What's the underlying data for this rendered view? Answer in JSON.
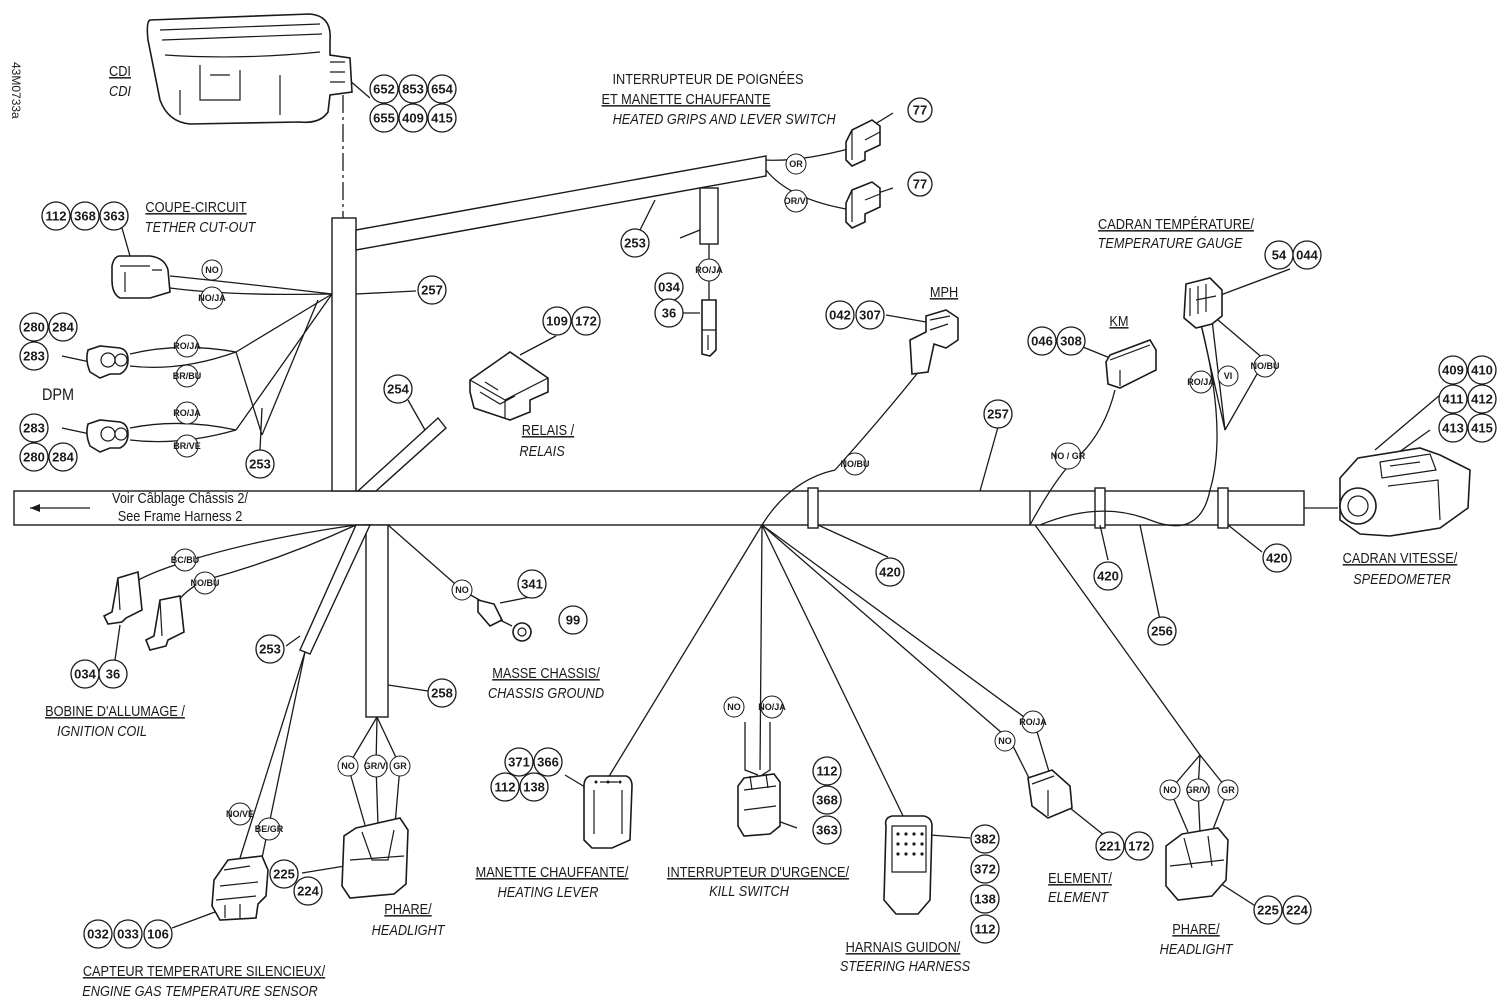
{
  "drawing_ref": "43M0733a",
  "components": {
    "cdi": {
      "fr": "CDI",
      "en": "CDI"
    },
    "heated_grips": {
      "fr1": "INTERRUPTEUR DE POIGNÉES",
      "fr2": "ET MANETTE CHAUFFANTE",
      "en": "HEATED GRIPS AND LEVER SWITCH"
    },
    "tether": {
      "fr": "COUPE-CIRCUIT",
      "en": "TETHER CUT-OUT"
    },
    "temp_gauge": {
      "fr": "CADRAN TEMPÉRATURE/",
      "en": "TEMPERATURE GAUGE"
    },
    "mph": "MPH",
    "km": "KM",
    "dpm": "DPM",
    "relay": {
      "fr": "RELAIS /",
      "en": "RELAIS"
    },
    "frame_harness": {
      "fr": "Voir Câblage Châssis 2/",
      "en": "See Frame Harness 2"
    },
    "speedometer": {
      "fr": "CADRAN VITESSE/",
      "en": "SPEEDOMETER"
    },
    "chassis_ground": {
      "fr": "MASSE CHASSIS/",
      "en": "CHASSIS GROUND"
    },
    "ignition_coil": {
      "fr": "BOBINE D'ALLUMAGE /",
      "en": "IGNITION COIL"
    },
    "heating_lever": {
      "fr": "MANETTE CHAUFFANTE/",
      "en": "HEATING LEVER"
    },
    "kill_switch": {
      "fr": "INTERRUPTEUR D'URGENCE/",
      "en": "KILL SWITCH"
    },
    "element": {
      "fr": "ELEMENT/",
      "en": "ELEMENT"
    },
    "headlight_left": {
      "fr": "PHARE/",
      "en": "HEADLIGHT"
    },
    "headlight_right": {
      "fr": "PHARE/",
      "en": "HEADLIGHT"
    },
    "steering_harness": {
      "fr": "HARNAIS GUIDON/",
      "en": "STEERING HARNESS"
    },
    "egt_sensor": {
      "fr": "CAPTEUR TEMPERATURE SILENCIEUX/",
      "en": "ENGINE GAS TEMPERATURE SENSOR"
    }
  },
  "part_refs": {
    "cdi": [
      "652",
      "853",
      "654",
      "655",
      "409",
      "415"
    ],
    "tether": [
      "112",
      "368",
      "363"
    ],
    "grips_top": "77",
    "grips_bottom": "77",
    "harness_257_top": "257",
    "harness_257_mid": "257",
    "harness_253_top": "253",
    "harness_253_left": "253",
    "harness_253_bottom": "253",
    "harness_254": "254",
    "harness_258": "258",
    "harness_256": "256",
    "relay": [
      "109",
      "172"
    ],
    "grip_connector": [
      "034",
      "36"
    ],
    "temp_gauge": [
      "54",
      "044"
    ],
    "mph": [
      "042",
      "307"
    ],
    "km": [
      "046",
      "308"
    ],
    "dpm_top": [
      "280",
      "284",
      "283"
    ],
    "dpm_bottom": [
      "283",
      "280",
      "284"
    ],
    "speedometer": [
      "409",
      "410",
      "411",
      "412",
      "413",
      "415"
    ],
    "clamp_1": "420",
    "clamp_2": "420",
    "clamp_3": "420",
    "ignition_coil": [
      "034",
      "36"
    ],
    "ground": [
      "341",
      "99"
    ],
    "heating_lever": [
      "371",
      "366",
      "112",
      "138"
    ],
    "kill_switch": [
      "112",
      "368",
      "363"
    ],
    "steering_harness": [
      "382",
      "372",
      "138",
      "112"
    ],
    "element": [
      "221",
      "172"
    ],
    "headlight_left": [
      "225",
      "224"
    ],
    "headlight_right": [
      "225",
      "224"
    ],
    "egt_sensor": [
      "032",
      "033",
      "106"
    ]
  },
  "wire_colors": {
    "grips_1": "OR",
    "grips_2": "OR/VI",
    "grip_conn": "RO/JA",
    "tether_1": "NO",
    "tether_2": "NO/JA",
    "dpm1_a": "RO/JA",
    "dpm1_b": "BR/BU",
    "dpm2_a": "RO/JA",
    "dpm2_b": "BR/VE",
    "mph": "NO/BU",
    "km": "NO / GR",
    "tg_1": "RO/JA",
    "tg_2": "VI",
    "tg_3": "NO/BU",
    "coil_1": "BC/BU",
    "coil_2": "NO/BU",
    "ground": "NO",
    "egt_1": "NO/VE",
    "egt_2": "BE/GR",
    "hl_l_1": "NO",
    "hl_l_2": "GR/VI",
    "hl_l_3": "GR",
    "kill_1": "NO",
    "kill_2": "NO/JA",
    "element_1": "NO",
    "element_2": "RO/JA",
    "hl_r_1": "NO",
    "hl_r_2": "GR/VI",
    "hl_r_3": "GR"
  }
}
